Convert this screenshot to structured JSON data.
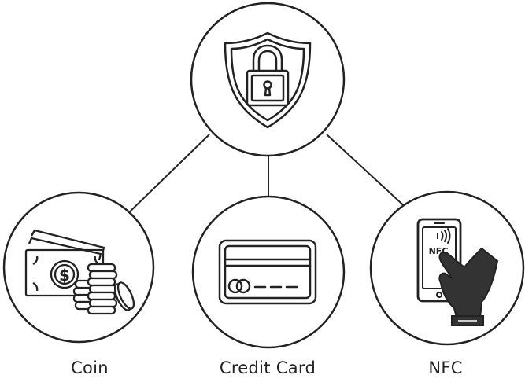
{
  "nodes": {
    "top": {
      "icon": "shield-lock-icon"
    },
    "coin": {
      "label": "Coin",
      "icon": "cash-coins-icon"
    },
    "card": {
      "label": "Credit Card",
      "icon": "credit-card-icon"
    },
    "nfc": {
      "label": "NFC",
      "icon": "nfc-phone-icon",
      "icon_text": "NFC"
    }
  },
  "colors": {
    "stroke": "#222222",
    "fill_dark": "#333333",
    "background": "#ffffff"
  }
}
